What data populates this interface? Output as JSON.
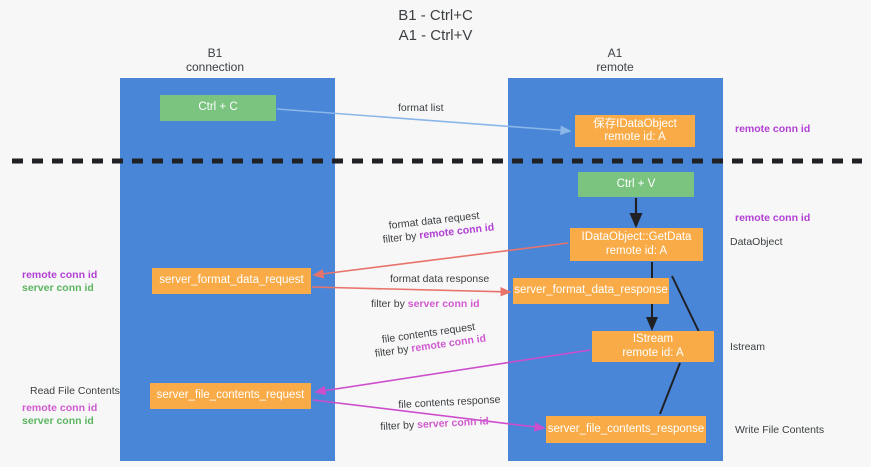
{
  "title": {
    "line1": "B1 - Ctrl+C",
    "line2": "A1 - Ctrl+V"
  },
  "columns": {
    "left": {
      "name": "B1",
      "role": "connection"
    },
    "right": {
      "name": "A1",
      "role": "remote"
    }
  },
  "colors": {
    "lane": "#4a86d8",
    "green_box": "#7ac47f",
    "orange_box": "#f9ab48",
    "blue_arrow": "#8ab6e8",
    "red_arrow": "#e8736b",
    "magenta_arrow": "#cc4ecc",
    "dark_arrow": "#202124",
    "purple_text": "#b23fd4",
    "green_text": "#5bb561",
    "background": "#f7f7f7"
  },
  "boxes": {
    "ctrl_c": "Ctrl + C",
    "idataobject": {
      "line1": "保存IDataObject",
      "line2": "remote id: A"
    },
    "ctrl_v": "Ctrl + V",
    "getdata": {
      "line1": "IDataObject::GetData",
      "line2": "remote id: A"
    },
    "server_format_data_request": "server_format_data_request",
    "server_format_data_response": "server_format_data_response",
    "istream": {
      "line1": "IStream",
      "line2": "remote id: A"
    },
    "server_file_contents_request": "server_file_contents_request",
    "server_file_contents_response": "server_file_contents_response"
  },
  "edges": {
    "format_list": "format list",
    "format_data_request": "format data request",
    "format_data_request_filter_prefix": "filter by ",
    "format_data_request_filter_key": "remote conn id",
    "format_data_response": "format data response",
    "format_data_response_filter_prefix": "filter by ",
    "format_data_response_filter_key": "server conn id",
    "file_contents_request": "file contents request",
    "file_contents_request_filter_prefix": "filter by ",
    "file_contents_request_filter_key": "remote conn id",
    "file_contents_response": "file contents response",
    "file_contents_response_filter_prefix": "filter by ",
    "file_contents_response_filter_key": "server conn id"
  },
  "annotations": {
    "right": {
      "remote_conn_id_top": "remote conn id",
      "remote_conn_id_mid": "remote conn id",
      "data_object": "DataObject",
      "istream": "Istream",
      "write_file_contents": "Write File Contents"
    },
    "left": {
      "remote_conn_id": "remote conn id",
      "server_conn_id": "server conn id",
      "read_file_contents": "Read File Contents",
      "remote_conn_id_2": "remote conn id",
      "server_conn_id_2": "server conn id"
    }
  }
}
